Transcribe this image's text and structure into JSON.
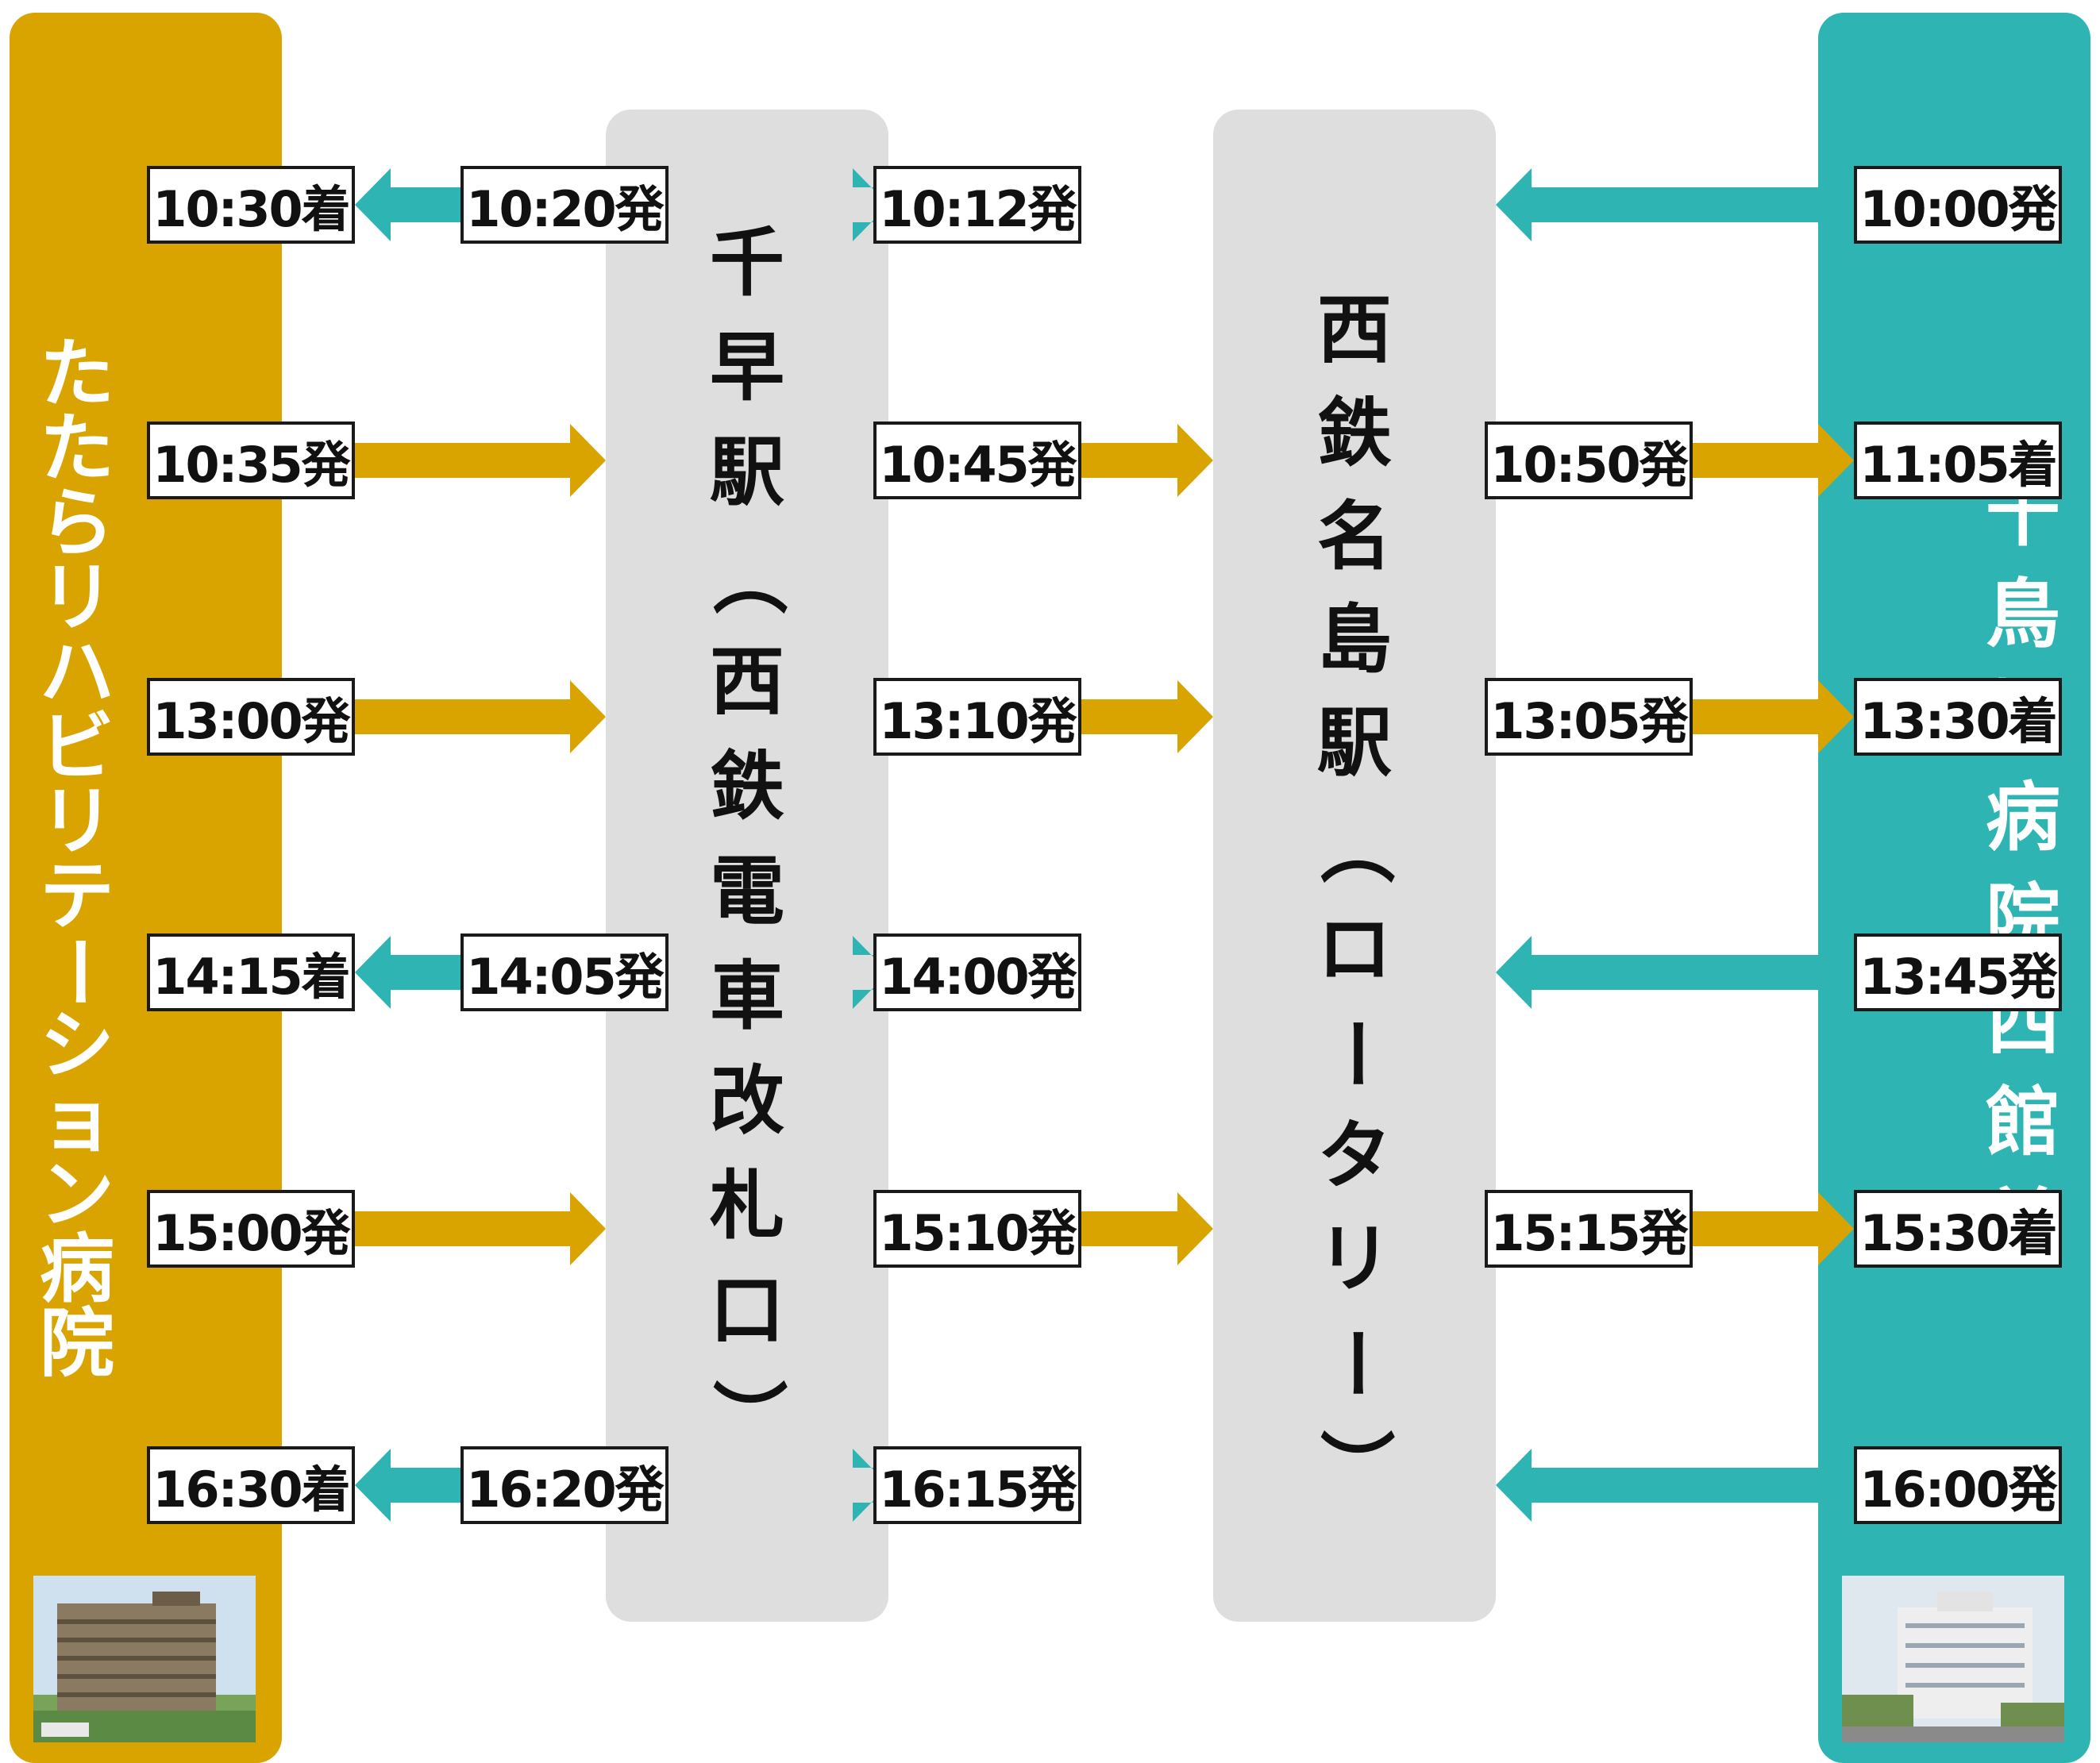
{
  "colors": {
    "left": "#d9a300",
    "right": "#2fb4b4",
    "station": "#dedede",
    "box_border": "#1a1a1a",
    "text": "#111111"
  },
  "stops": {
    "left": {
      "name": "たたらリハビリテーション病院"
    },
    "chihaya": {
      "name": "千早駅（西鉄電車改札口）"
    },
    "nishitetsu": {
      "name": "西鉄名島駅（ロータリー）"
    },
    "right": {
      "name": "千鳥橋病院西館前"
    }
  },
  "rows": [
    {
      "direction": "west",
      "c1": "10:30着",
      "c2": "10:20発",
      "c3": "10:12発",
      "c5": "10:00発"
    },
    {
      "direction": "east",
      "c1": "10:35発",
      "c3": "10:45発",
      "c4": "10:50発",
      "c5": "11:05着"
    },
    {
      "direction": "east",
      "c1": "13:00発",
      "c3": "13:10発",
      "c4": "13:05発",
      "c5": "13:30着"
    },
    {
      "direction": "west",
      "c1": "14:15着",
      "c2": "14:05発",
      "c3": "14:00発",
      "c5": "13:45発"
    },
    {
      "direction": "east",
      "c1": "15:00発",
      "c3": "15:10発",
      "c4": "15:15発",
      "c5": "15:30着"
    },
    {
      "direction": "west",
      "c1": "16:30着",
      "c2": "16:20発",
      "c3": "16:15発",
      "c5": "16:00発"
    }
  ]
}
